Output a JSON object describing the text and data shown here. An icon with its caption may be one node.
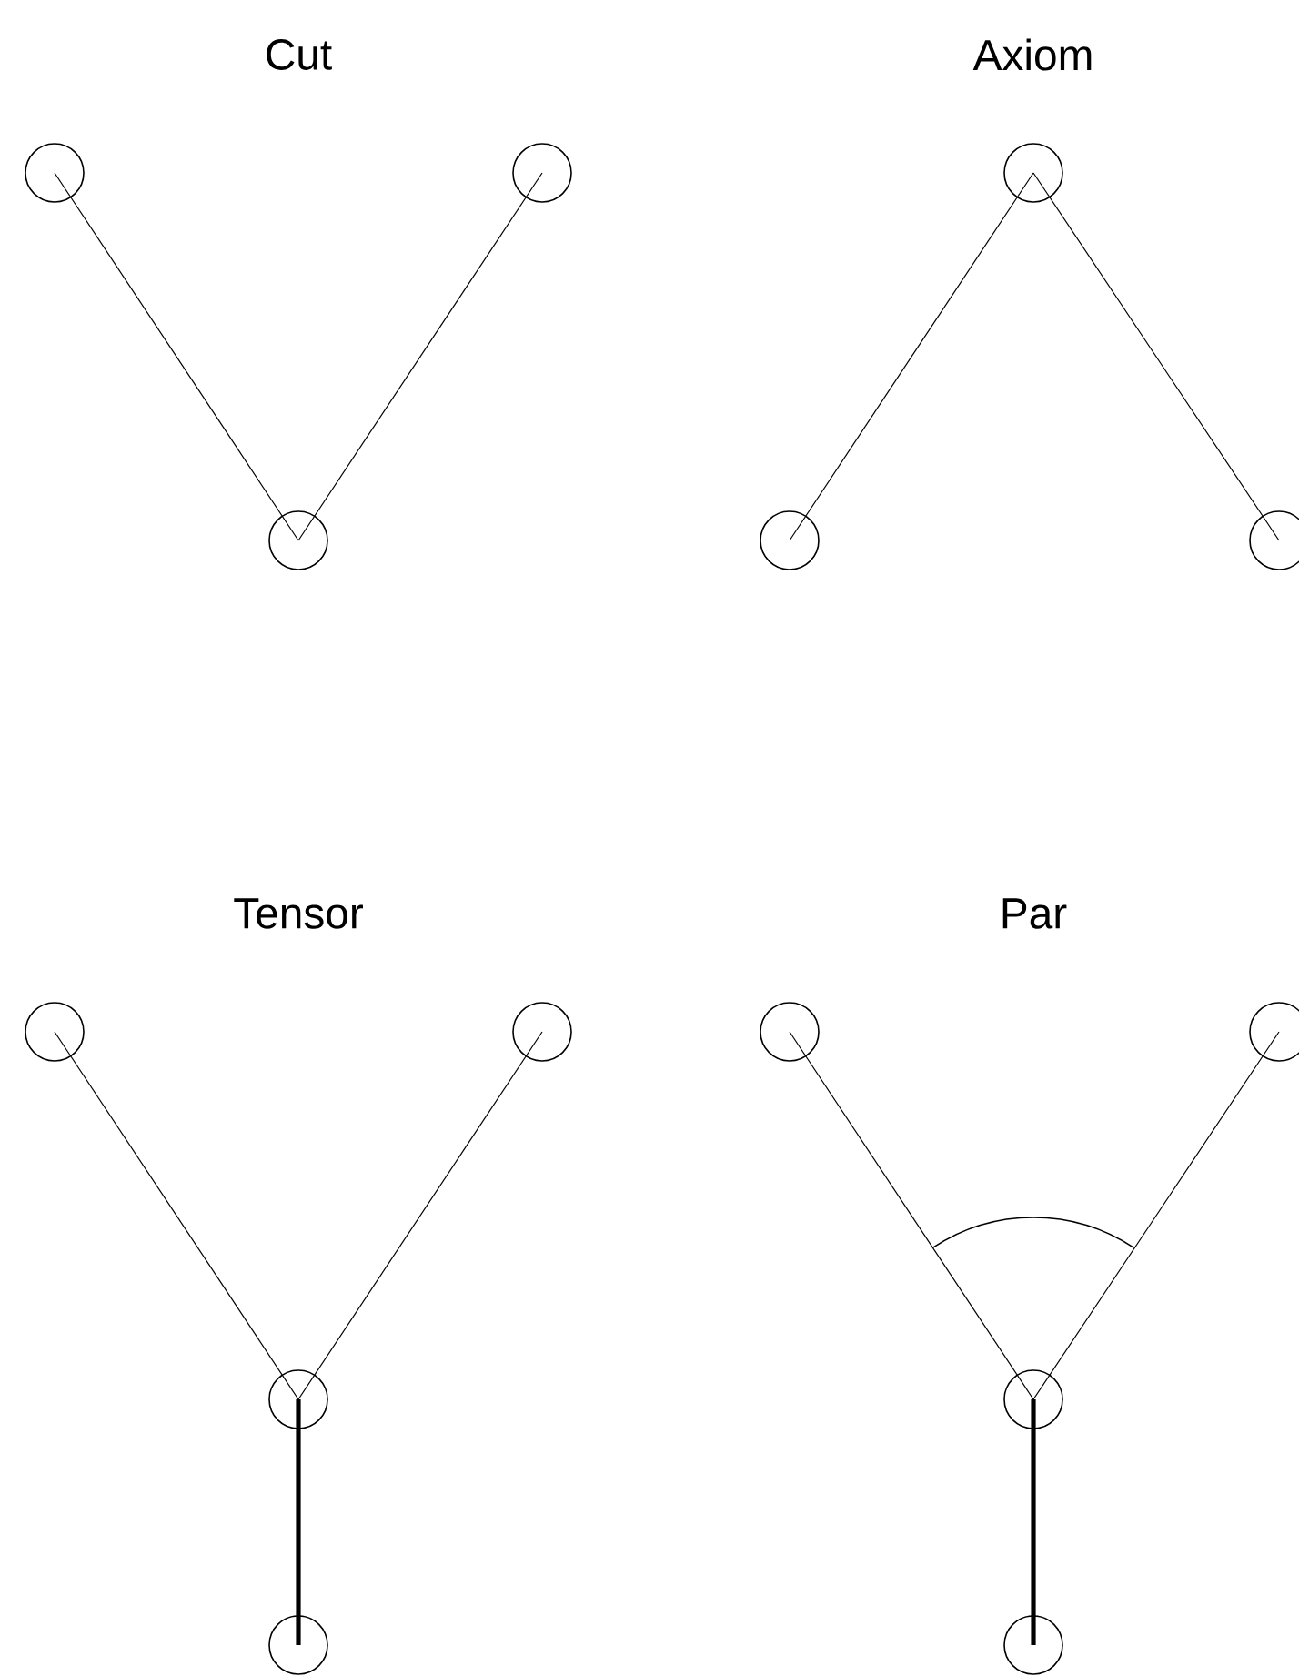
{
  "diagram": {
    "nodes": [
      {
        "text": [],
        "shape": "circle"
      },
      {
        "text": [],
        "shape": "circle"
      },
      {
        "text": [],
        "shape": "circle"
      },
      {
        "text": [],
        "shape": "circle"
      },
      {
        "text": [],
        "shape": "circle"
      },
      {
        "text": [],
        "shape": "circle"
      },
      {
        "text": [],
        "shape": "circle"
      },
      {
        "text": [],
        "shape": "circle"
      },
      {
        "text": [],
        "shape": "circle"
      },
      {
        "text": [],
        "shape": "circle"
      },
      {
        "text": [],
        "shape": "circle"
      },
      {
        "text": [],
        "shape": "circle"
      },
      {
        "text": [],
        "shape": "circle"
      },
      {
        "text": [],
        "shape": "circle"
      }
    ],
    "edges": [
      {
        "from": 0,
        "to": 2,
        "arrow": "none"
      },
      {
        "from": 1,
        "to": 2,
        "arrow": "none"
      },
      {
        "from": 3,
        "to": 4,
        "arrow": "none"
      },
      {
        "from": 3,
        "to": 5,
        "arrow": "none"
      },
      {
        "from": 6,
        "to": 8,
        "arrow": "none"
      },
      {
        "from": 7,
        "to": 8,
        "arrow": "none"
      },
      {
        "from": 8,
        "to": 9,
        "arrow": "none",
        "style": "thick"
      },
      {
        "from": 10,
        "to": 12,
        "arrow": "none"
      },
      {
        "from": 11,
        "to": 12,
        "arrow": "none"
      },
      {
        "from": 12,
        "to": 13,
        "arrow": "none",
        "style": "thick"
      }
    ],
    "labels": [
      "Cut",
      "Axiom",
      "Tensor",
      "Par"
    ]
  }
}
